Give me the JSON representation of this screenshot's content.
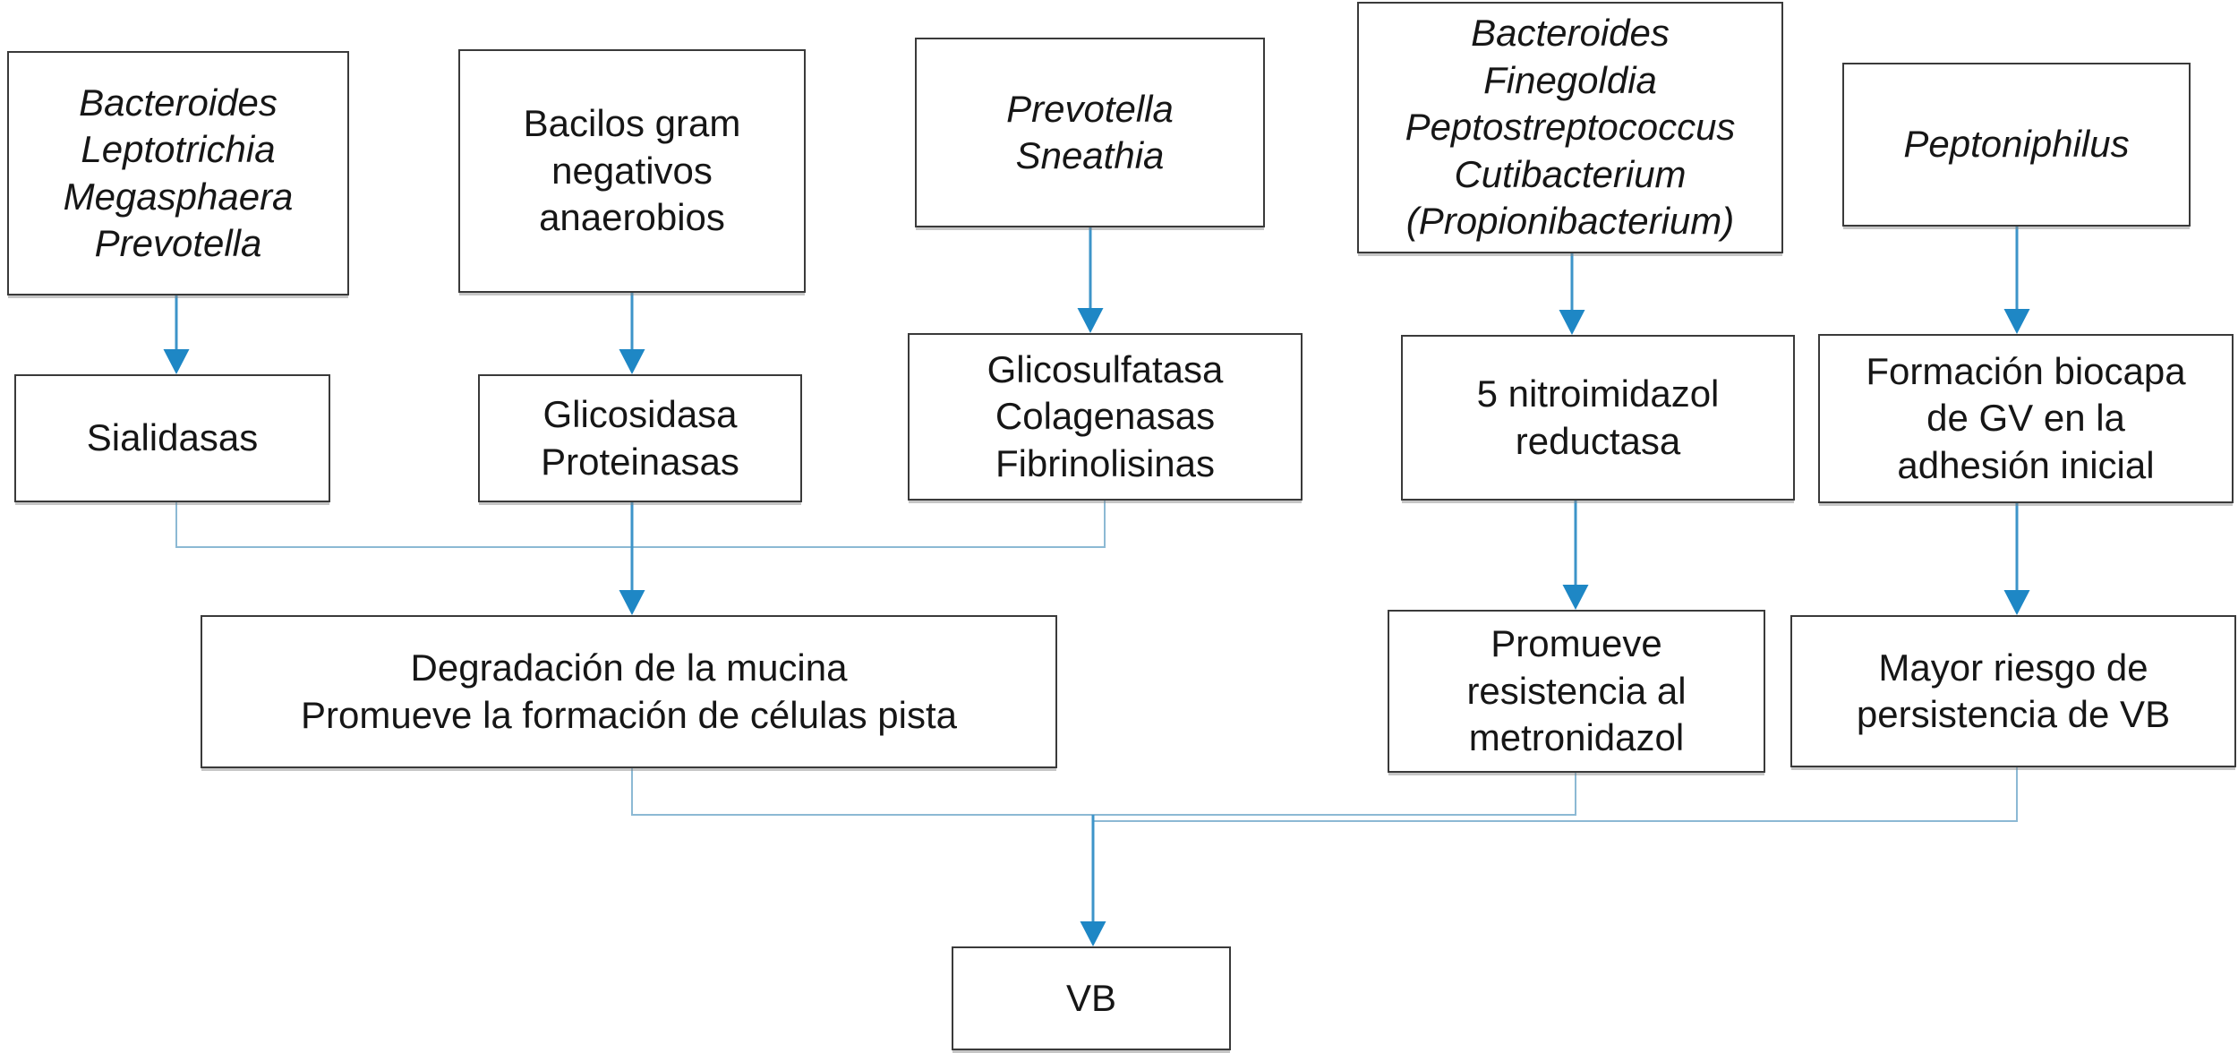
{
  "diagram": {
    "background": "#ffffff",
    "box_border_color": "#3a3a3a",
    "arrowhead_color": "#1e87c5",
    "arrow_stem_color": "#3d94c9",
    "elbow_line_color": "#8cb9d4"
  },
  "nodes": {
    "bacteria_group_1": {
      "lines": [
        "Bacteroides",
        "Leptotrichia",
        "Megasphaera",
        "Prevotella"
      ]
    },
    "bacilos_gram": {
      "lines": [
        "Bacilos gram",
        "negativos",
        "anaerobios"
      ]
    },
    "prevotella_sneathia": {
      "lines": [
        "Prevotella",
        "Sneathia"
      ]
    },
    "bacteroides_finegoldia": {
      "lines": [
        "Bacteroides",
        "Finegoldia",
        "Peptostreptococcus",
        "Cutibacterium",
        "(Propionibacterium)"
      ]
    },
    "peptoniphilus": {
      "lines": [
        "Peptoniphilus"
      ]
    },
    "sialidasas": {
      "lines": [
        "Sialidasas"
      ]
    },
    "glicosidasa_proteinasas": {
      "lines": [
        "Glicosidasa",
        "Proteinasas"
      ]
    },
    "glicosulfatasa": {
      "lines": [
        "Glicosulfatasa",
        "Colagenasas",
        "Fibrinolisinas"
      ]
    },
    "nitroimidazol_reductasa": {
      "lines": [
        "5 nitroimidazol",
        "reductasa"
      ]
    },
    "formacion_biocapa": {
      "lines": [
        "Formación biocapa",
        "de GV en la",
        "adhesión inicial"
      ]
    },
    "degradacion_mucina": {
      "lines": [
        "Degradación de la mucina",
        "Promueve la formación de células pista"
      ]
    },
    "promueve_resistencia": {
      "lines": [
        "Promueve",
        "resistencia al",
        "metronidazol"
      ]
    },
    "mayor_riesgo": {
      "lines": [
        "Mayor riesgo de",
        "persistencia de VB"
      ]
    },
    "vb": {
      "lines": [
        "VB"
      ]
    }
  }
}
